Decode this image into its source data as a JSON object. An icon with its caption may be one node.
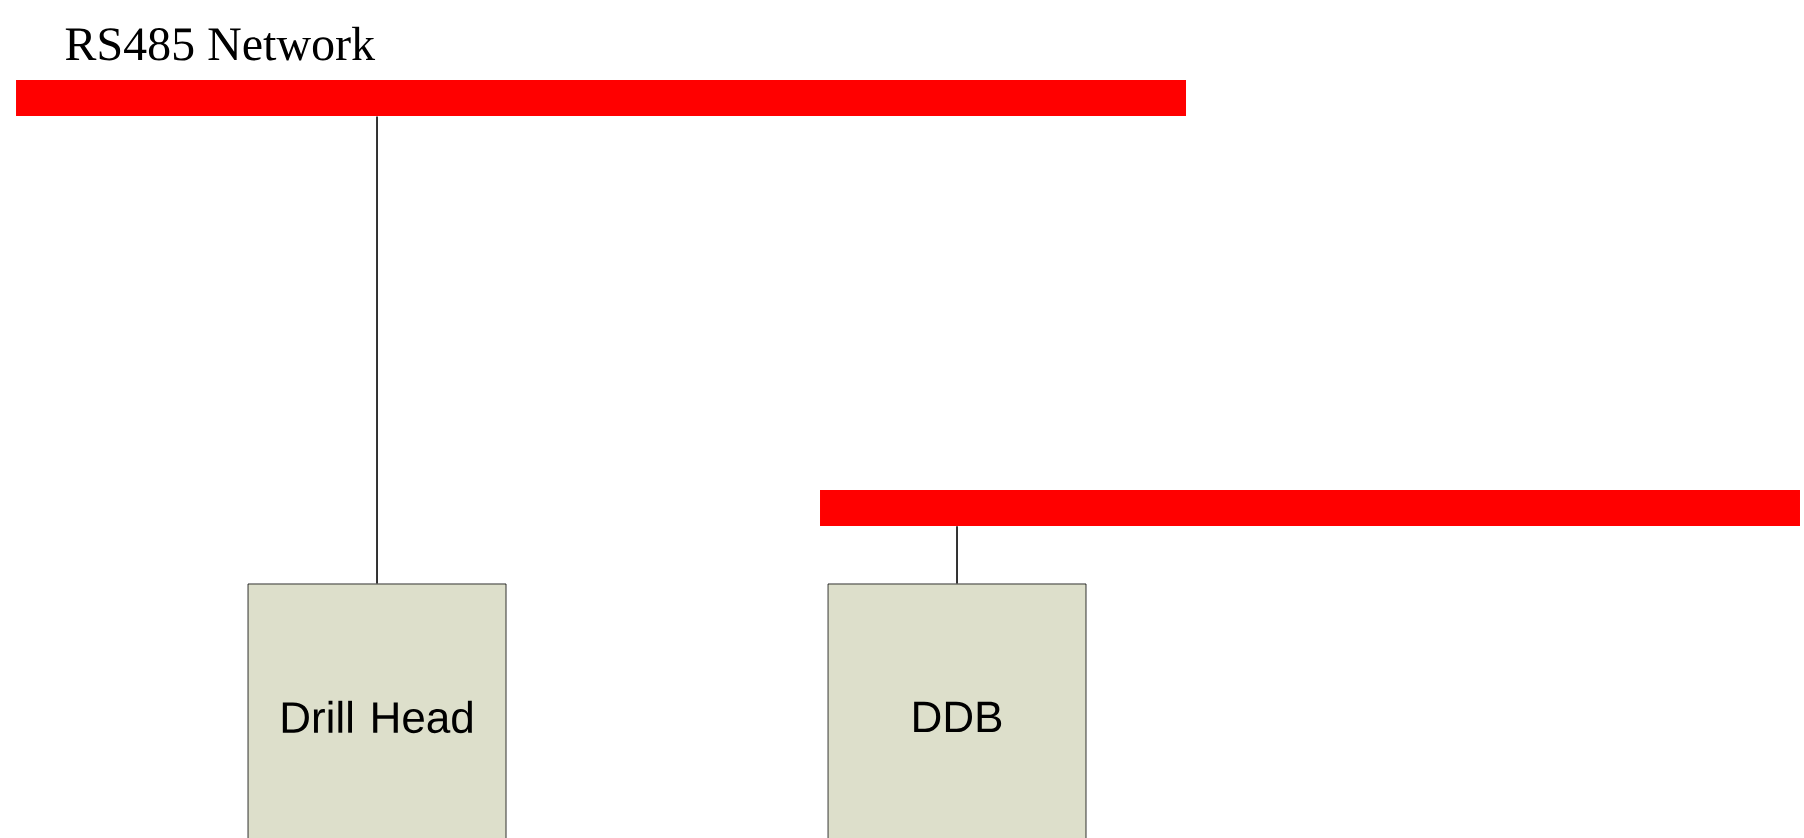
{
  "diagram": {
    "nodes": [
      {
        "text": [
          "RS485 Network"
        ]
      },
      {
        "text": [
          "Drill Head"
        ]
      },
      {
        "text": [],
        "shape": "bar"
      },
      {
        "text": [
          "DDB"
        ]
      }
    ],
    "edges": [
      {
        "from": 0,
        "to": 1,
        "arrow": "none"
      },
      {
        "from": 2,
        "to": 3,
        "arrow": "none"
      }
    ]
  }
}
